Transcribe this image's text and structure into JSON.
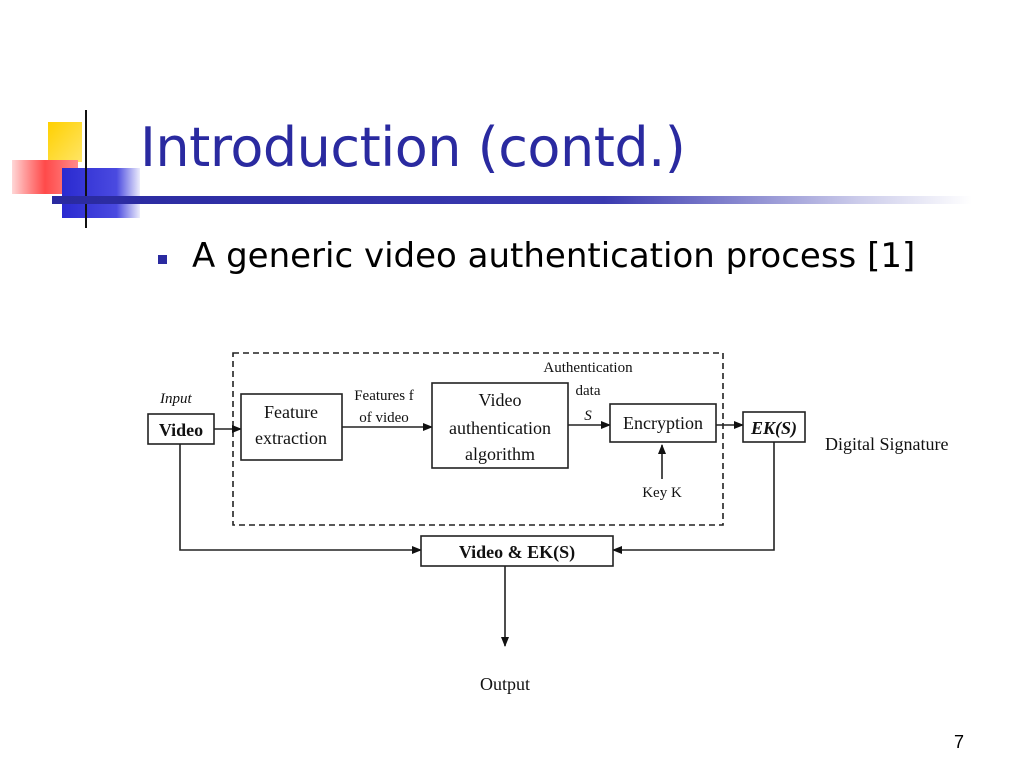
{
  "slide": {
    "title": "Introduction (contd.)",
    "bullet": "A generic video authentication process [1]",
    "page_number": "7"
  },
  "diagram": {
    "input_label": "Input",
    "video_label": "Video",
    "feature_extraction": [
      "Feature",
      "extraction"
    ],
    "features_label": [
      "Features f",
      "of video"
    ],
    "auth_algorithm": [
      "Video",
      "authentication",
      "algorithm"
    ],
    "auth_data": [
      "Authentication",
      "data",
      "S"
    ],
    "encryption": "Encryption",
    "key_label": "Key K",
    "signature_box": "EK(S)",
    "digital_signature": "Digital Signature",
    "combined_box": "Video & EK(S)",
    "output_label": "Output"
  },
  "colors": {
    "title": "#2a2aa0",
    "deco_yellow": "#ffd000",
    "deco_red": "#ff5050",
    "deco_blue": "#3a3ad0"
  }
}
